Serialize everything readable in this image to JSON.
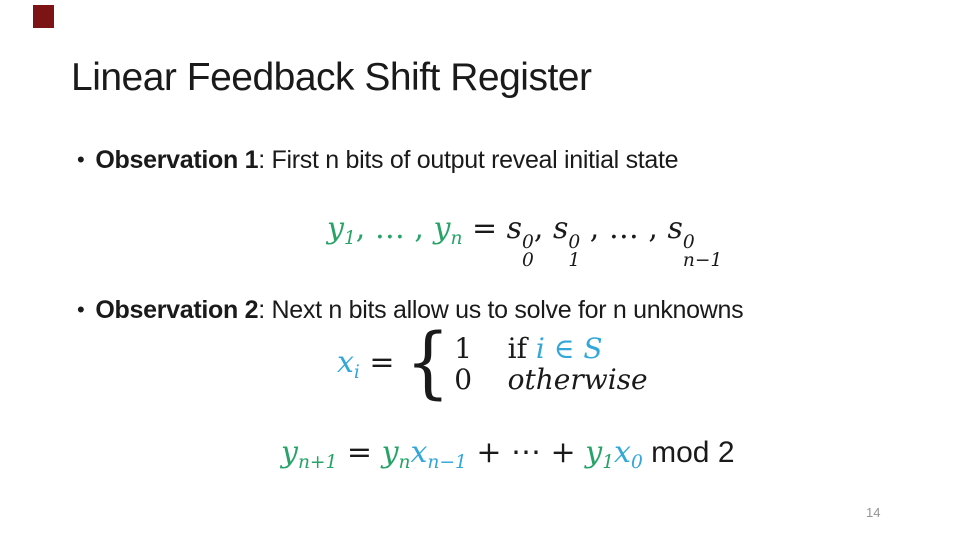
{
  "slide": {
    "title": "Linear Feedback Shift Register",
    "page_number": "14",
    "bullet_glyph": "•",
    "bullets": [
      {
        "label": "Observation 1",
        "rest": ": First n bits of output reveal initial state"
      },
      {
        "label": "Observation 2",
        "rest": ": Next n bits allow us to solve for n unknowns"
      }
    ],
    "colors": {
      "accent_red": "#7c1416",
      "math_green": "#27a368",
      "math_blue": "#31a8d9",
      "text": "#1a1a1a",
      "page_number_gray": "#949494"
    },
    "formulas": {
      "brace": "{",
      "initial_state": [
        {
          "t": "y",
          "c": "g",
          "it": true,
          "sub": "1"
        },
        {
          "t": ", … , ",
          "c": "g"
        },
        {
          "t": "y",
          "c": "g",
          "it": true,
          "sub": "n"
        },
        {
          "t": " = ",
          "c": "k"
        },
        {
          "t": "s",
          "c": "k",
          "it": true,
          "sup": "0",
          "sub": "0"
        },
        {
          "t": ", ",
          "c": "k"
        },
        {
          "t": "s",
          "c": "k",
          "it": true,
          "sup": "0",
          "sub": "1"
        },
        {
          "t": " , … , ",
          "c": "k"
        },
        {
          "t": "s",
          "c": "k",
          "it": true,
          "sup": "0",
          "sub": "n−1"
        }
      ],
      "cases_lhs": [
        {
          "t": "x",
          "c": "b",
          "it": true,
          "sub": "i"
        },
        {
          "t": " = ",
          "c": "k"
        }
      ],
      "cases_row1": [
        {
          "t": "1",
          "c": "k"
        },
        {
          "t": "    if ",
          "c": "k"
        },
        {
          "t": "i ∈ S",
          "c": "b",
          "it": true
        }
      ],
      "cases_row2": [
        {
          "t": "0",
          "c": "k"
        },
        {
          "t": "    ",
          "c": "k"
        },
        {
          "t": "otherwise",
          "c": "k",
          "it": true
        }
      ],
      "recurrence": [
        {
          "t": "y",
          "c": "g",
          "it": true,
          "sub": "n+1"
        },
        {
          "t": " = ",
          "c": "k"
        },
        {
          "t": "y",
          "c": "g",
          "it": true,
          "sub": "n"
        },
        {
          "t": "x",
          "c": "b",
          "it": true,
          "sub": "n−1"
        },
        {
          "t": " + ⋯ + ",
          "c": "k"
        },
        {
          "t": "y",
          "c": "g",
          "it": true,
          "sub": "1"
        },
        {
          "t": "x",
          "c": "b",
          "it": true,
          "sub": "0"
        },
        {
          "t": " mod 2",
          "c": "k",
          "sans": true
        }
      ]
    }
  }
}
